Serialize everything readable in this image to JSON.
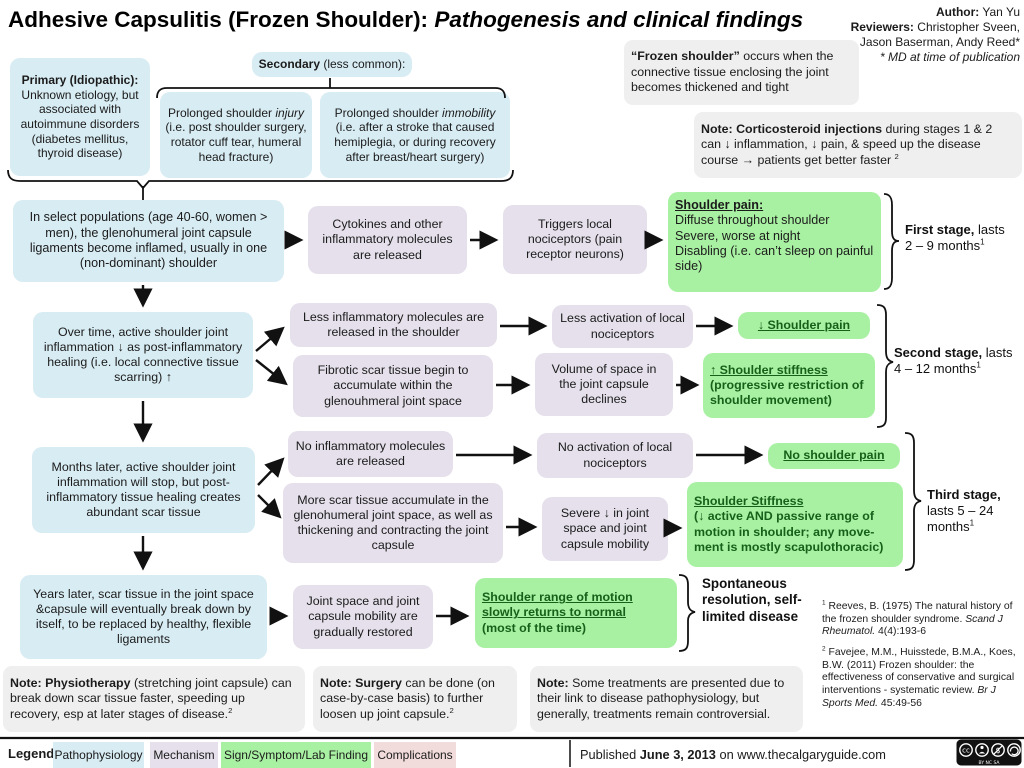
{
  "title": {
    "main": "Adhesive Capsulitis (Frozen Shoulder): ",
    "italic": "Pathogenesis and clinical findings"
  },
  "credits": {
    "author_label": "Author:",
    "author": " Yan Yu",
    "reviewers_label": "Reviewers:",
    "reviewers": " Christopher Sveen, Jason Baserman, Andy Reed*",
    "md_note": "* MD at time of publication"
  },
  "causes": {
    "primary_title": "Primary (Idiopathic):",
    "primary_body": "Unknown etiology, but associated with autoimmune disorders (diabetes mellitus, thyroid disease)",
    "secondary_bold": "Secondary",
    "secondary_rest": " (less common):",
    "injury_pre": "Prolonged shoulder ",
    "injury_italic": "injury",
    "injury_post": " (i.e. post shoulder surgery, rotator cuff tear, humeral head fracture)",
    "immobility_pre": "Prolonged shoulder ",
    "immobility_italic": "immobility",
    "immobility_post": " (i.e. after a stroke that caused hemiplegia, or during recovery after breast/heart surgery)"
  },
  "definition": {
    "bold": "“Frozen shoulder”",
    "rest": " occurs when the connective tissue enclosing the joint becomes thickened and tight"
  },
  "cortico_note": {
    "bold": "Note: Corticosteroid injections",
    "rest": " during stages 1 & 2 can ↓ inflammation, ↓ pain, & speed up the disease course → patients get better faster ",
    "sup": "2"
  },
  "flow": {
    "select_pop": "In select populations (age 40-60, women > men), the glenohumeral joint capsule ligaments become inflamed, usually in one (non-dominant) shoulder",
    "cytokines": "Cytokines and other inflammatory molecules are released",
    "triggers": "Triggers local nociceptors (pain receptor neurons)",
    "pain_title": "Shoulder pain:",
    "pain_lines": [
      "Diffuse throughout shoulder",
      "Severe, worse at night",
      "Disabling (i.e. can’t sleep on painful side)"
    ],
    "overtime": "Over time, active shoulder joint inflammation ↓ as post-inflammatory healing (i.e. local connective tissue scarring) ↑",
    "less_inflam": "Less inflammatory molecules are released in the shoulder",
    "fibrotic": "Fibrotic scar tissue begin to accumulate within the glenouhmeral joint space",
    "less_activation": "Less activation of local nociceptors",
    "volume": "Volume of space in the joint capsule declines",
    "less_pain": "↓ Shoulder pain",
    "stiffness2_title": "↑ Shoulder stiffness",
    "stiffness2_body": "(progressive restriction of shoulder movement)",
    "months_later": "Months later, active shoulder joint inflammation will stop, but post-inflammatory tissue healing creates abundant scar tissue",
    "no_inflam": "No inflammatory molecules are released",
    "more_scar": "More scar tissue accumulate in the glenohumeral joint space, as well as thickening and contracting the joint capsule",
    "no_activation": "No activation of local nociceptors",
    "severe_decline": "Severe ↓ in joint space and joint capsule mobility",
    "no_pain": "No shoulder pain",
    "stiffness3_title": "Shoulder Stiffness",
    "stiffness3_body": "(↓ active AND passive range of motion in shoulder; any move-ment is mostly scapulothoracic)",
    "years_later": "Years later, scar tissue in the joint space &capsule will eventually break down by itself, to be replaced by healthy, flexible ligaments",
    "joint_restored": "Joint space and joint capsule mobility are gradually restored",
    "rom_title": "Shoulder range of motion slowly returns to normal",
    "rom_body": "(most of the time)",
    "spontaneous": "Spontaneous resolution, self-limited disease"
  },
  "stages": {
    "first": {
      "bold": "First stage,",
      "rest": " lasts",
      "line2": "2 – 9 months",
      "sup": "1"
    },
    "second": {
      "bold": "Second stage,",
      "rest": " lasts",
      "line2": "4 – 12 months",
      "sup": "1"
    },
    "third": {
      "bold": "Third stage,",
      "line2": "lasts 5 – 24",
      "line3": "months",
      "sup": "1"
    }
  },
  "references": {
    "ref1_sup": "1",
    "ref1_pre": " Reeves, B. (1975) The natural history of the frozen shoulder syndrome. ",
    "ref1_italic": "Scand J Rheumatol.",
    "ref1_post": " 4(4):193-6",
    "ref2_sup": "2",
    "ref2_pre": " Favejee, M.M., Huisstede, B.M.A., Koes, B.W. (2011) Frozen shoulder: the effectiveness of conservative and surgical interventions - systematic review. ",
    "ref2_italic": "Br J Sports Med.",
    "ref2_post": " 45:49-56"
  },
  "notes": {
    "physio_bold": "Note: Physiotherapy",
    "physio_rest": " (stretching joint capsule) can break down scar tissue faster, speeding up recovery, esp at later stages of disease.",
    "physio_sup": "2",
    "surgery_bold": "Note: Surgery",
    "surgery_rest": " can be done (on case-by-case basis) to further loosen up joint capsule.",
    "surgery_sup": "2",
    "treatments_bold": "Note:",
    "treatments_rest": " Some treatments are presented due to their link to disease pathophysiology, but generally, treatments remain controversial."
  },
  "legend": {
    "label": "Legend:",
    "items": [
      {
        "label": "Pathophysiology",
        "color": "#d8ecf3"
      },
      {
        "label": "Mechanism",
        "color": "#e5e0eb"
      },
      {
        "label": "Sign/Symptom/Lab Finding",
        "color": "#a9f1a2"
      },
      {
        "label": "Complications",
        "color": "#f2dcdb"
      }
    ]
  },
  "footer": {
    "published_pre": "Published ",
    "published_date": "June 3, 2013",
    "published_post": " on www.thecalgaryguide.com",
    "license_text": "BY NC SA",
    "cc_label": "cc"
  },
  "colors": {
    "pathophysiology_blue": "#d8ecf3",
    "mechanism_lavender": "#e5e0eb",
    "sign_green": "#a9f1a2",
    "complication_pink": "#f2dcdb",
    "note_gray": "#efefef",
    "green_text": "#15611a",
    "line_black": "#111111"
  }
}
